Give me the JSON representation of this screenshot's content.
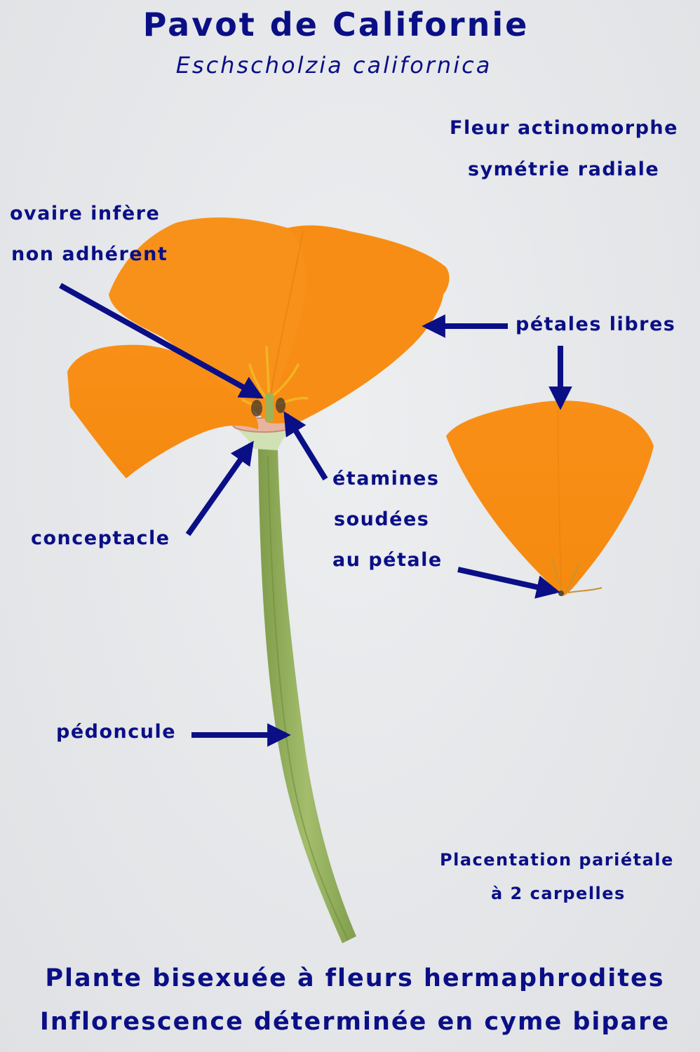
{
  "header": {
    "title": "Pavot de Californie",
    "subtitle": "Eschscholzia californica"
  },
  "symmetry_note": {
    "line1": "Fleur actinomorphe",
    "line2": "symétrie radiale"
  },
  "labels": {
    "ovary": {
      "line1": "ovaire infère",
      "line2": "non adhérent"
    },
    "petals": "pétales libres",
    "stamens": {
      "line1": "étamines",
      "line2": "soudées",
      "line3": "au pétale"
    },
    "receptacle": "conceptacle",
    "peduncle": "pédoncule"
  },
  "placentation_note": {
    "line1": "Placentation pariétale",
    "line2": "à 2 carpelles"
  },
  "footer": {
    "line1": "Plante bisexuée à fleurs hermaphrodites",
    "line2": "Inflorescence déterminée en cyme bipare"
  },
  "colors": {
    "label_text": "#0a0f86",
    "arrow": "#0a0f86",
    "petal": "#f7901a",
    "stem": "#8fac5a",
    "background": "#e4e5e7"
  }
}
